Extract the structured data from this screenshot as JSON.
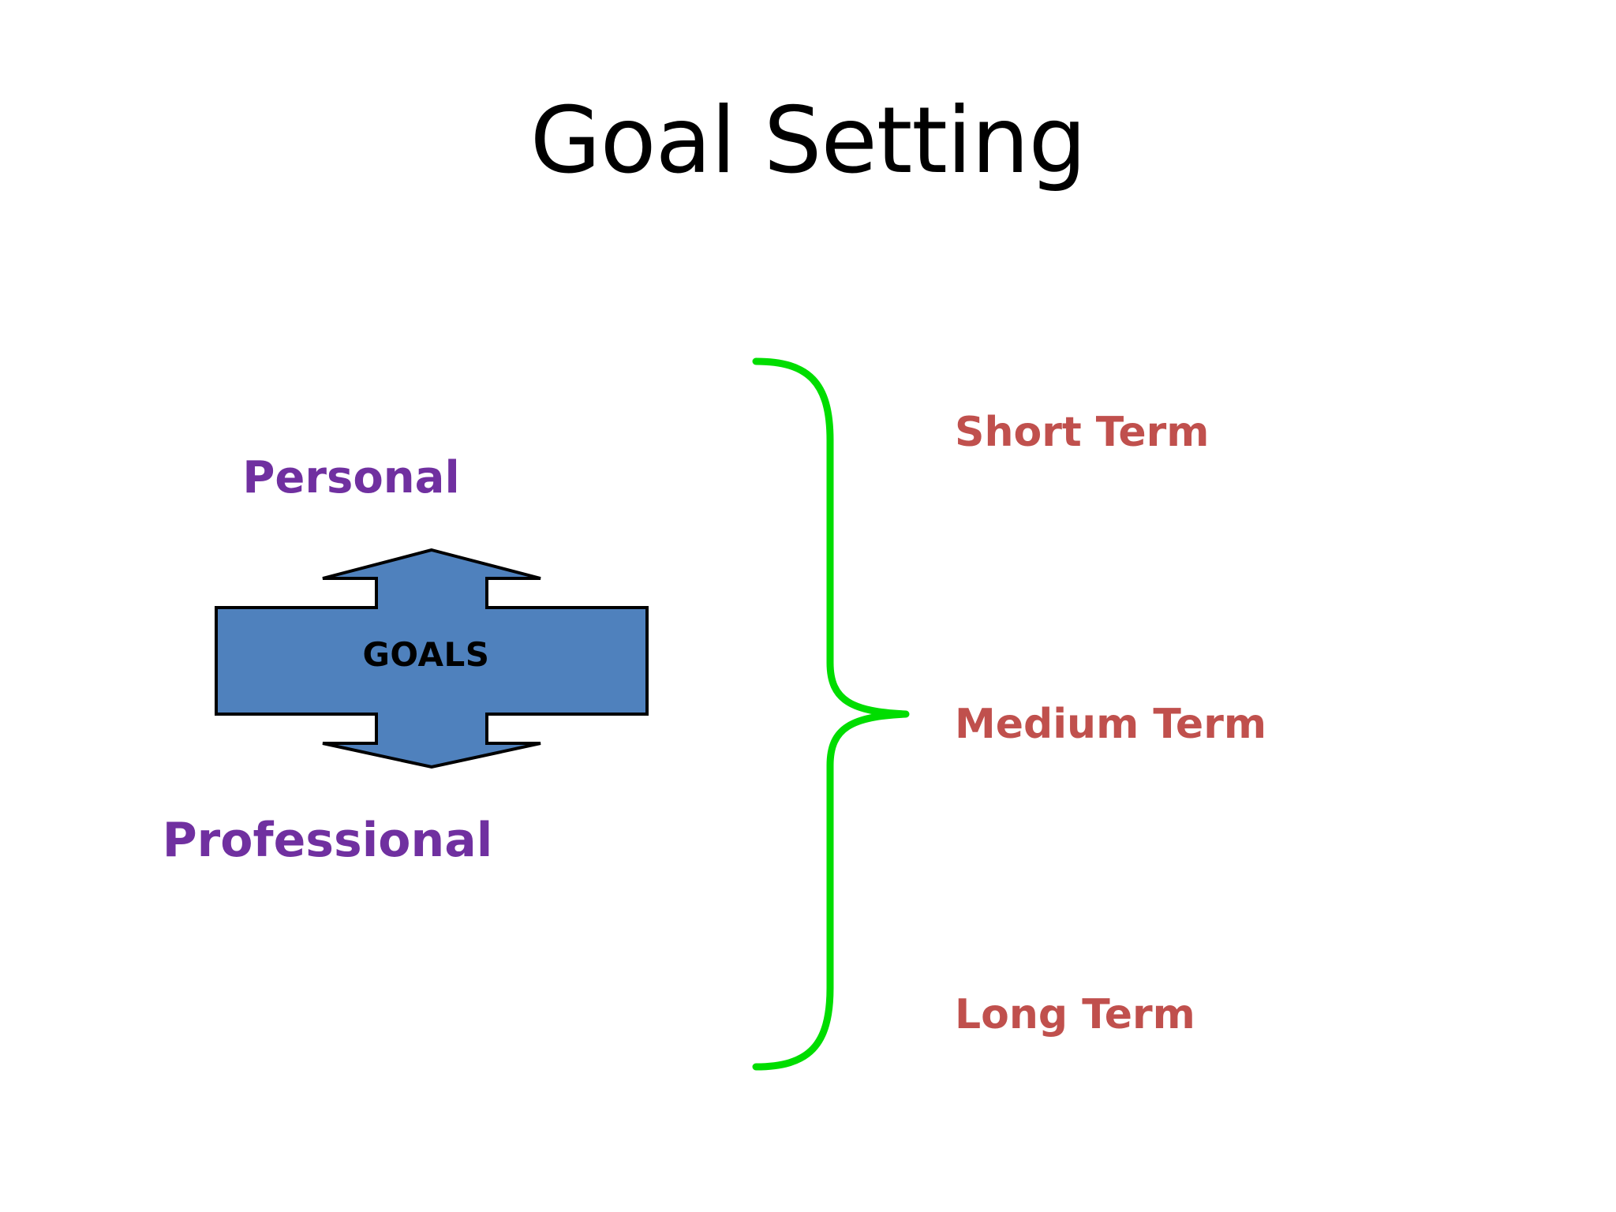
{
  "slide": {
    "title": "Goal Setting",
    "background_color": "#FFFFFF"
  },
  "diagram": {
    "center_shape": {
      "label": "GOALS",
      "shape": "up-down-arrow-with-horizontal-bar",
      "fill_color": "#4F81BD",
      "stroke_color": "#000000",
      "text_color": "#000000"
    },
    "vertical_axis": {
      "color": "#7030A0",
      "top_label": "Personal",
      "bottom_label": "Professional"
    },
    "brace": {
      "color": "#00DD00",
      "orientation": "right-pointing-curly-brace",
      "groups_label": "Medium Term"
    },
    "term_labels": [
      {
        "text": "Short Term",
        "color": "#C0504D"
      },
      {
        "text": "Medium Term",
        "color": "#C0504D"
      },
      {
        "text": "Long Term",
        "color": "#C0504D"
      }
    ]
  }
}
